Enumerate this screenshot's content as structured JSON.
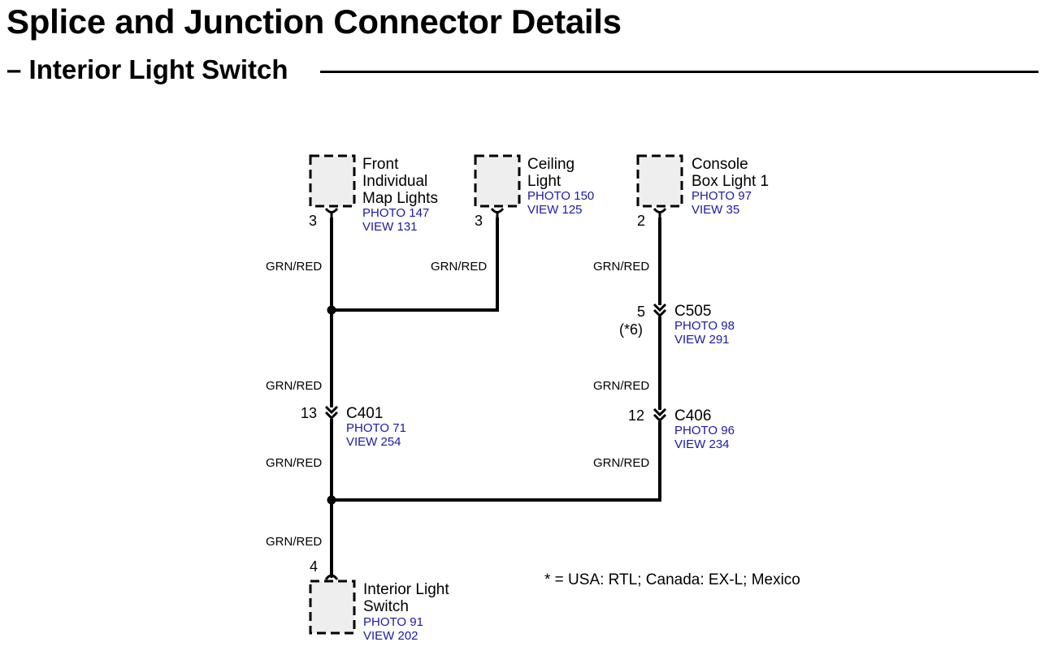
{
  "header": {
    "title": "Splice and Junction Connector Details",
    "subtitle": "– Interior Light Switch"
  },
  "components": {
    "front_map_lights": {
      "name": [
        "Front",
        "Individual",
        "Map Lights"
      ],
      "photo": "PHOTO 147",
      "view": "VIEW 131",
      "pin": "3"
    },
    "ceiling_light": {
      "name": [
        "Ceiling",
        "Light"
      ],
      "photo": "PHOTO 150",
      "view": "VIEW 125",
      "pin": "3"
    },
    "console_box_light": {
      "name": [
        "Console",
        "Box Light 1"
      ],
      "photo": "PHOTO 97",
      "view": "VIEW 35",
      "pin": "2"
    },
    "interior_light_switch": {
      "name": [
        "Interior Light",
        "Switch"
      ],
      "photo": "PHOTO 91",
      "view": "VIEW 202",
      "pin": "4"
    }
  },
  "connectors": {
    "c401": {
      "name": "C401",
      "photo": "PHOTO 71",
      "view": "VIEW 254",
      "pin": "13"
    },
    "c505": {
      "name": "C505",
      "photo": "PHOTO 98",
      "view": "VIEW 291",
      "pin": "5",
      "alt_pin": "(*6)"
    },
    "c406": {
      "name": "C406",
      "photo": "PHOTO 96",
      "view": "VIEW 234",
      "pin": "12"
    }
  },
  "wire_color": "GRN/RED",
  "footnote": "* = USA: RTL; Canada: EX-L; Mexico",
  "colors": {
    "wire": "#000000",
    "reference_link": "#1a1aa6",
    "component_fill": "#eeeeee"
  }
}
